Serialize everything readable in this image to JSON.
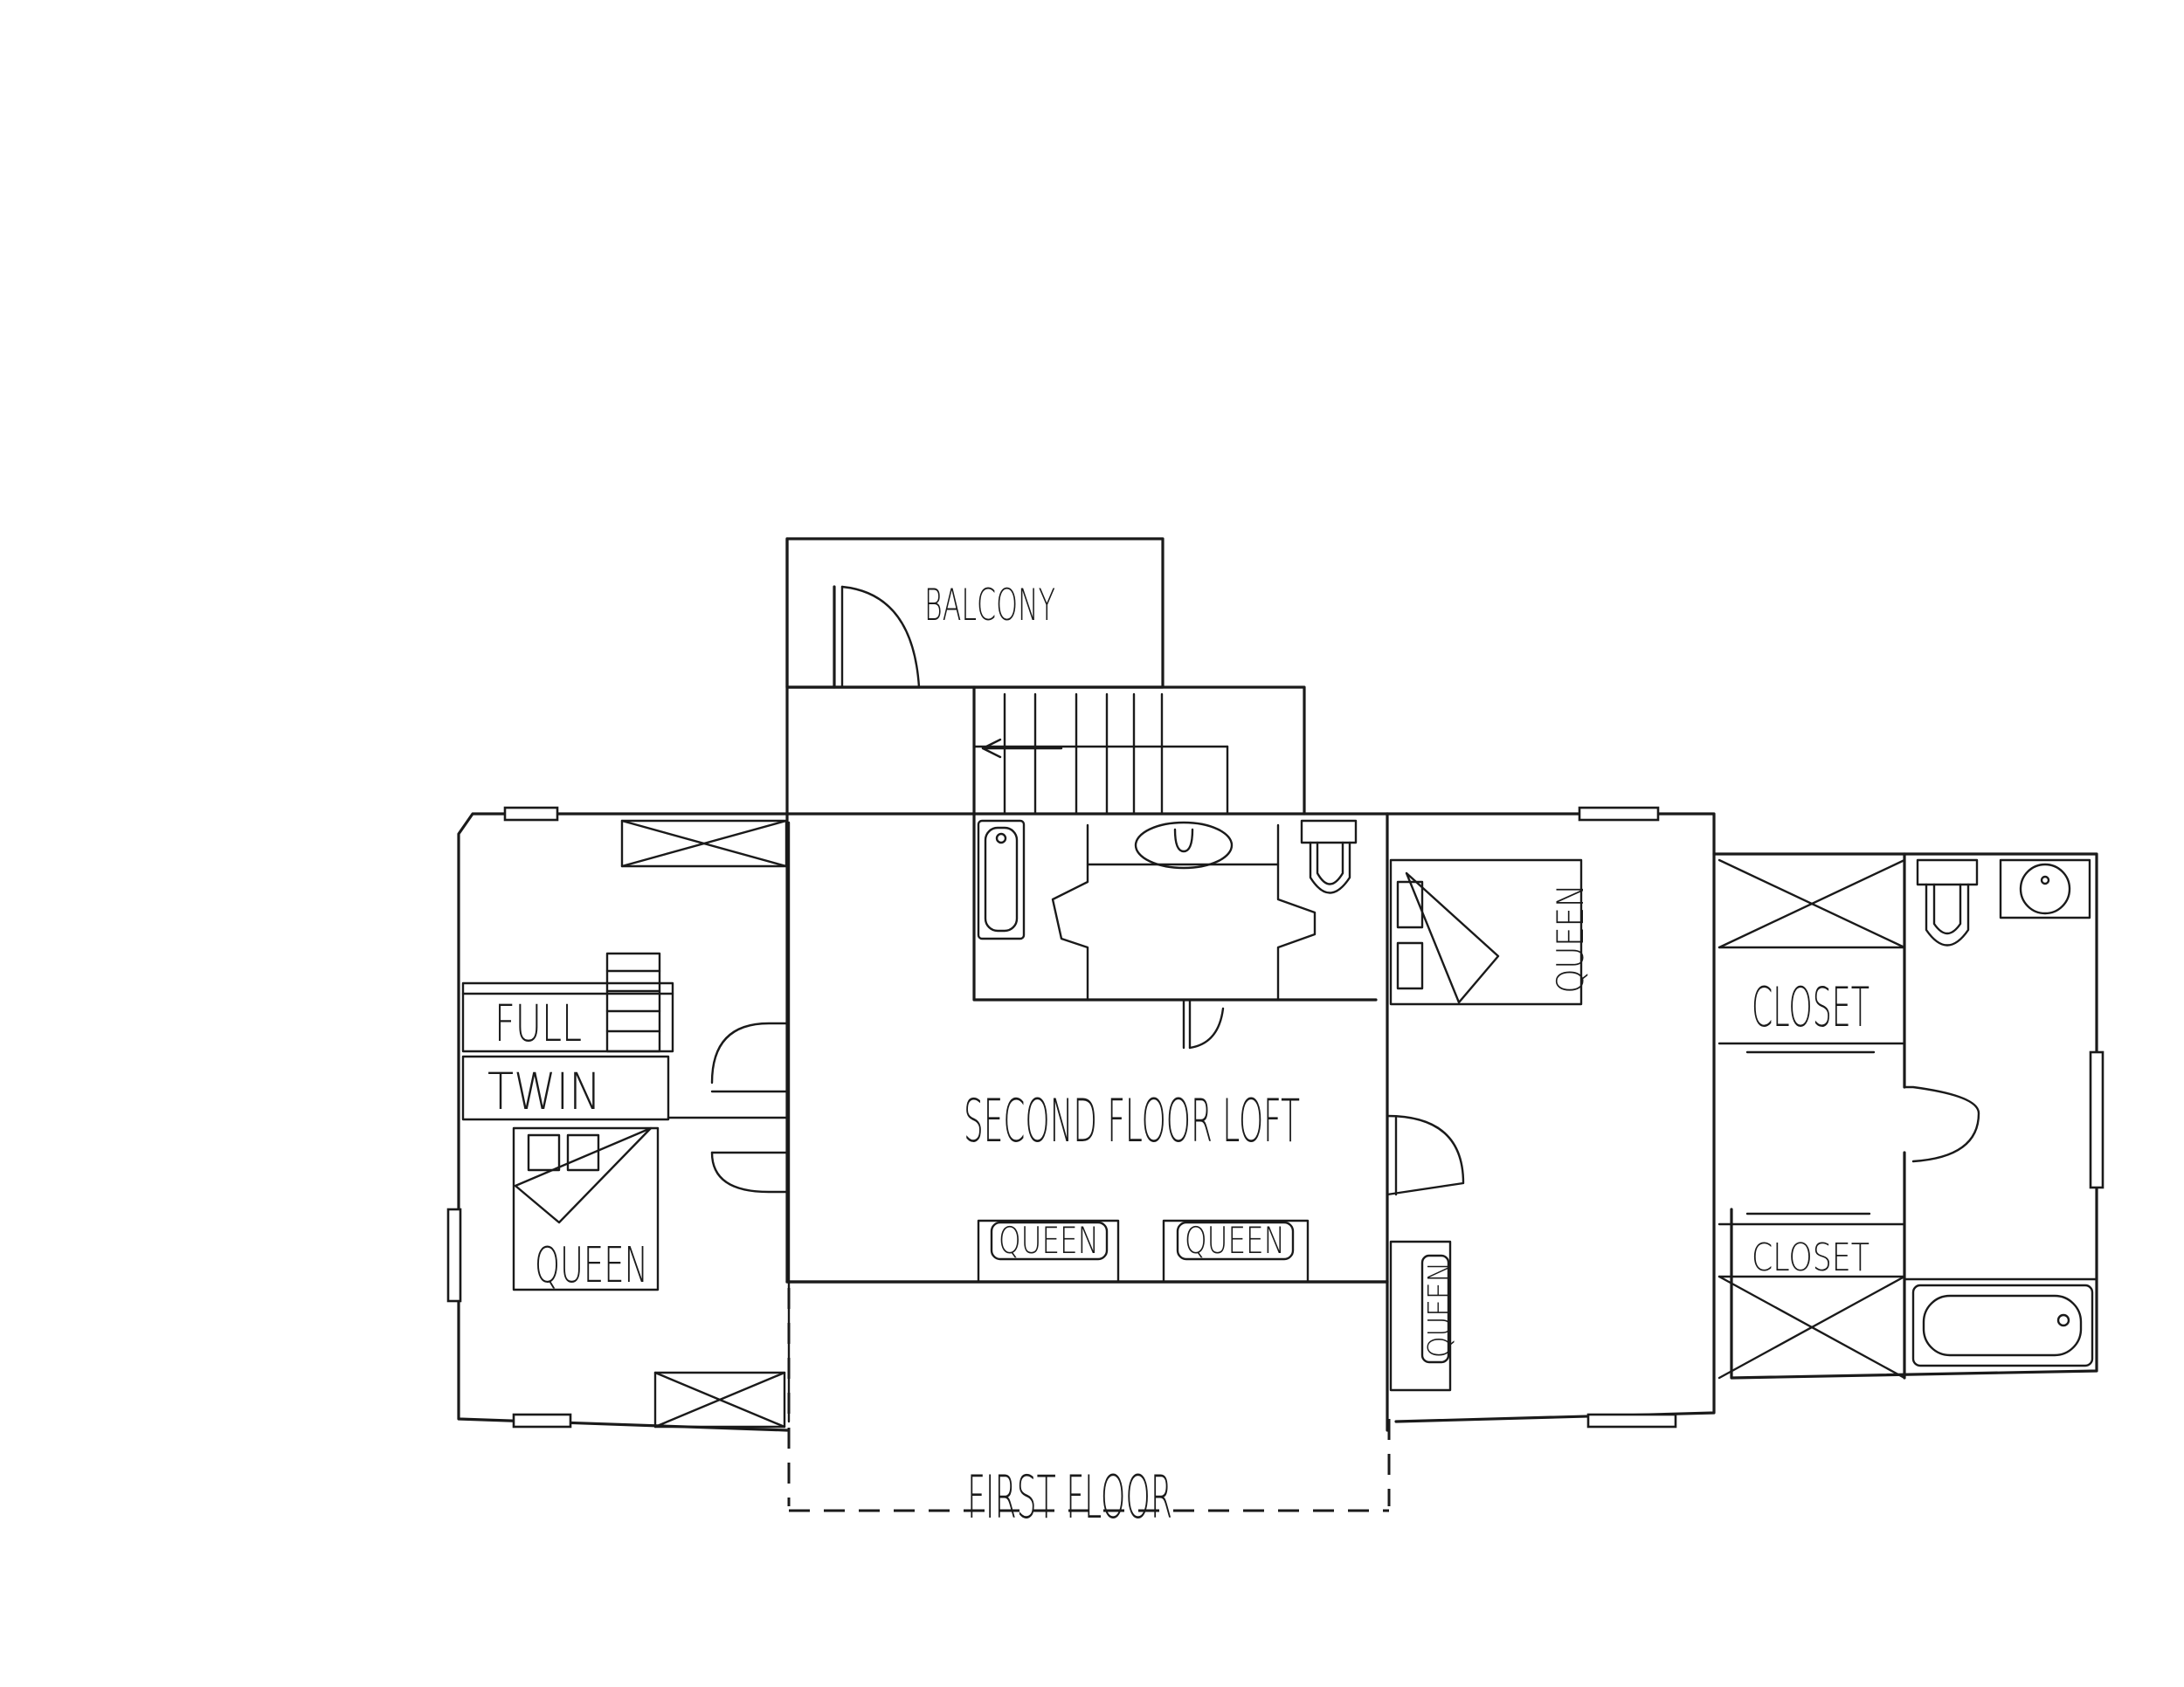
{
  "labels": {
    "balcony": "BALCONY",
    "loft": "SECOND FLOOR LOFT",
    "first_floor": "FIRST FLOOR",
    "full": "FULL",
    "twin": "TWIN",
    "queen_left": "QUEEN",
    "queen_loft_1": "QUEEN",
    "queen_loft_2": "QUEEN",
    "queen_right_top": "QUEEN",
    "queen_right_bottom": "QUEEN",
    "closet_top": "CLOSET",
    "closet_bottom": "CLOSET"
  },
  "icons": [
    "door-swing-icon",
    "stair-arrow-icon",
    "bathtub-icon",
    "sink-icon",
    "toilet-icon",
    "closet-x-icon",
    "window-icon",
    "bed-icon"
  ]
}
